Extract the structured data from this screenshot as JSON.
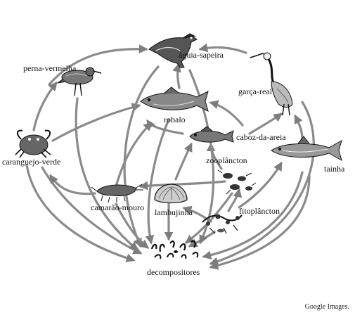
{
  "organisms": {
    "perna_vermelha": "perna-vermelha",
    "aguia_sapeira": "águia-sapeira",
    "garca_real": "garça-real",
    "robalo": "robalo",
    "caranguejo_verde": "caranguejo-verde",
    "caboz_da_areia": "caboz-da-areia",
    "zooplancton": "zooplâncton",
    "tainha": "tainha",
    "camarao_mouro": "camarão-mouro",
    "lambujinha": "lambujinha",
    "fitoplancton": "fitoplâncton",
    "decompositores": "decompositores"
  },
  "credit": "Google Images.",
  "colors": {
    "arrow": "#8a8a8a",
    "ink": "#111111"
  }
}
